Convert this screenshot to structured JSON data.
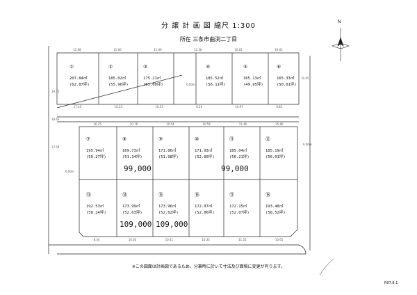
{
  "title": "分 譲 計 画 図   縮尺 1:300",
  "location": "所在  三条市曲渕二丁目",
  "note": "※この図面は計画図であるため、分筆時に於いて寸法及び面積に変更が有ります。",
  "doc_code": "R07.8.1",
  "compass_label": "N",
  "colors": {
    "line": "#222222",
    "dim": "#555555",
    "background": "#ffffff"
  },
  "lots": [
    {
      "no": "①",
      "area": "207.84㎡",
      "tsubo": "(62.87坪)",
      "price": ""
    },
    {
      "no": "②",
      "area": "185.02㎡",
      "tsubo": "(55.96坪)",
      "price": ""
    },
    {
      "no": "③",
      "area": "175.21㎡",
      "tsubo": "(53.00坪)",
      "price": ""
    },
    {
      "no": "④",
      "area": "185.52㎡",
      "tsubo": "(56.11坪)",
      "price": ""
    },
    {
      "no": "⑤",
      "area": "165.13㎡",
      "tsubo": "(49.95坪)",
      "price": ""
    },
    {
      "no": "⑥",
      "area": "165.33㎡",
      "tsubo": "(50.01坪)",
      "price": ""
    },
    {
      "no": "⑦",
      "area": "195.94㎡",
      "tsubo": "(59.27坪)",
      "price": ""
    },
    {
      "no": "⑧",
      "area": "169.73㎡",
      "tsubo": "(51.34坪)",
      "price": "99,000"
    },
    {
      "no": "⑨",
      "area": "171.86㎡",
      "tsubo": "(51.98坪)",
      "price": ""
    },
    {
      "no": "⑩",
      "area": "171.93㎡",
      "tsubo": "(52.00坪)",
      "price": ""
    },
    {
      "no": "⑪",
      "area": "185.04㎡",
      "tsubo": "(56.21坪)",
      "price": "99,000"
    },
    {
      "no": "⑫",
      "area": "185.19㎡",
      "tsubo": "(56.01坪)",
      "price": ""
    },
    {
      "no": "⑬",
      "area": "192.53㎡",
      "tsubo": "(58.24坪)",
      "price": ""
    },
    {
      "no": "⑭",
      "area": "173.99㎡",
      "tsubo": "(52.63坪)",
      "price": "109,000"
    },
    {
      "no": "⑮",
      "area": "173.96㎡",
      "tsubo": "(52.62坪)",
      "price": "109,000"
    },
    {
      "no": "⑯",
      "area": "172.07㎡",
      "tsubo": "(52.06坪)",
      "price": ""
    },
    {
      "no": "⑰",
      "area": "172.15㎡",
      "tsubo": "(52.07坪)",
      "price": ""
    },
    {
      "no": "⑱",
      "area": "193.48㎡",
      "tsubo": "(58.52坪)",
      "price": ""
    }
  ],
  "dims": {
    "top_row": [
      "12.68",
      "11.00",
      "11.00",
      "12.5b",
      "10.01",
      "10.01"
    ],
    "top_row_bottom": [
      "17.45",
      "10.33",
      "10.33",
      "6.50",
      "10.97",
      "9.81"
    ],
    "mid_row": [
      "16.25",
      "10.76",
      "10.54",
      "10.56",
      "11.46",
      "15.80"
    ],
    "bottom_row": [
      "8.34",
      "10.65",
      "10.41",
      "10.33",
      "11.55",
      "10.65"
    ],
    "side": [
      "19.15",
      "18.63",
      "17.59",
      "19.45",
      "6.00m",
      "6.00m",
      "6.00m"
    ]
  }
}
